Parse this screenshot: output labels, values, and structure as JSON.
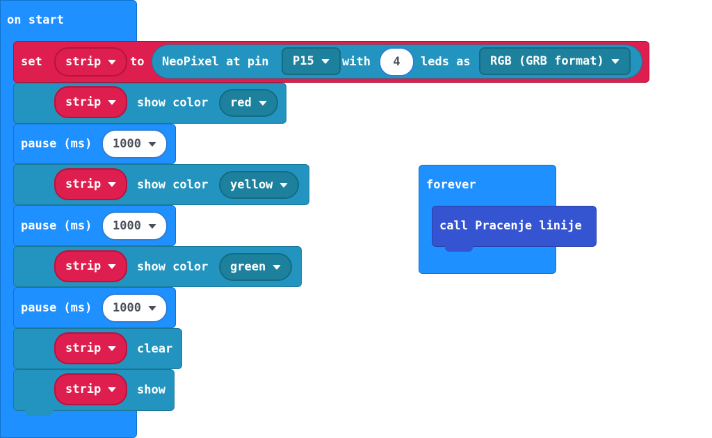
{
  "on_start": {
    "header": "on start",
    "set_block": {
      "set_label": "set",
      "variable": "strip",
      "to_label": "to",
      "neopixel_label": "NeoPixel at pin",
      "pin": "P15",
      "with_label": "with",
      "led_count": "4",
      "leds_as_label": "leds as",
      "mode": "RGB (GRB format)"
    },
    "statements": [
      {
        "kind": "show_color",
        "target": "strip",
        "label": "show color",
        "color": "red"
      },
      {
        "kind": "pause",
        "label": "pause (ms)",
        "value": "1000"
      },
      {
        "kind": "show_color",
        "target": "strip",
        "label": "show color",
        "color": "yellow"
      },
      {
        "kind": "pause",
        "label": "pause (ms)",
        "value": "1000"
      },
      {
        "kind": "show_color",
        "target": "strip",
        "label": "show color",
        "color": "green"
      },
      {
        "kind": "pause",
        "label": "pause (ms)",
        "value": "1000"
      },
      {
        "kind": "action",
        "target": "strip",
        "label": "clear"
      },
      {
        "kind": "action",
        "target": "strip",
        "label": "show"
      }
    ]
  },
  "forever": {
    "header": "forever",
    "call_label": "call Pracenje linije"
  },
  "colors": {
    "basic_blue": "#1e90ff",
    "neopixel_teal": "#2394bf",
    "variable_red": "#dd1e4e",
    "function_indigo": "#3454d1",
    "background": "#ffffff"
  }
}
